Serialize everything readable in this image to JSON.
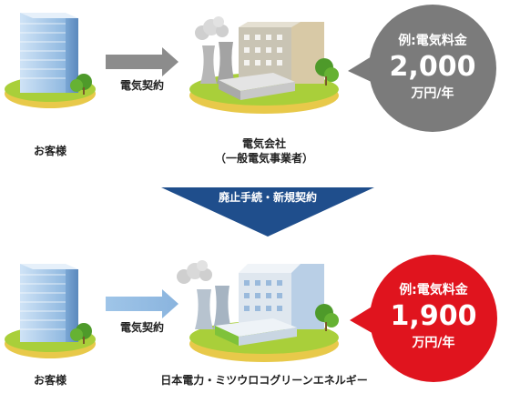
{
  "top": {
    "customer_label": "お客様",
    "contract_label": "電気契約",
    "company_line1": "電気会社",
    "company_line2": "（一般電気事業者）",
    "bubble": {
      "head": "例:電気料金",
      "amount": "2,000",
      "unit": "万円/年",
      "color": "#7b7b7b"
    }
  },
  "transition": {
    "label": "廃止手続・新規契約",
    "color": "#1f4e8c"
  },
  "bottom": {
    "customer_label": "お客様",
    "contract_label": "電気契約",
    "company_label": "日本電力・ミツウロコグリーンエネルギー",
    "bubble": {
      "head": "例:電気料金",
      "amount": "1,900",
      "unit": "万円/年",
      "color": "#e0141e"
    }
  }
}
